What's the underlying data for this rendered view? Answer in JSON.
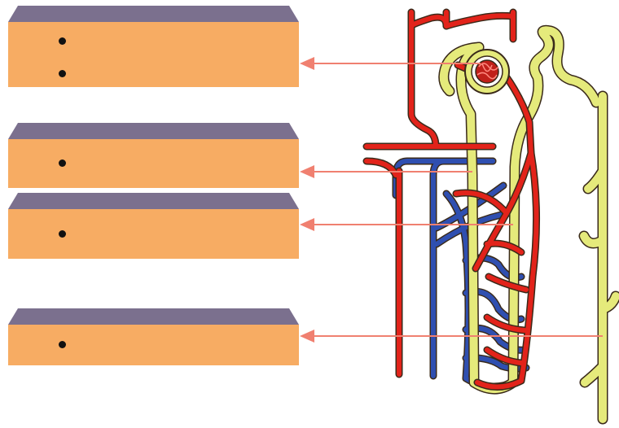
{
  "colors": {
    "box_fill": "#f7ac63",
    "box_top": "#7b708e",
    "arrow": "#f08070",
    "artery": "#e2231a",
    "vein": "#2f4fb0",
    "tubule": "#e5ea7b",
    "outline": "#3a2a1a"
  },
  "boxes": [
    {
      "id": "box-1",
      "bullets": [
        "",
        ""
      ]
    },
    {
      "id": "box-2",
      "bullets": [
        ""
      ]
    },
    {
      "id": "box-3",
      "bullets": [
        ""
      ]
    },
    {
      "id": "box-4",
      "bullets": [
        ""
      ]
    }
  ],
  "arrows": [
    {
      "target": "glomerulus"
    },
    {
      "target": "proximal-tubule"
    },
    {
      "target": "loop-of-henle"
    },
    {
      "target": "collecting-duct"
    }
  ]
}
